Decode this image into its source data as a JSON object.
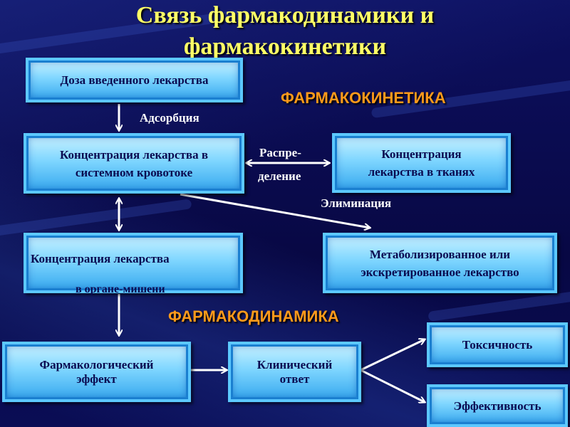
{
  "title_line1": "Связь фармакодинамики и",
  "title_line2": "фармакокинетики",
  "sections": {
    "pharmacokinetics": "ФАРМАКОКИНЕТИКА",
    "pharmacodynamics": "ФАРМАКОДИНАМИКА"
  },
  "boxes": {
    "dose": "Доза введенного лекарства",
    "plasma_line1": "Концентрация лекарства в",
    "plasma_line2": "системном кровотоке",
    "tissue_line1": "Концентрация",
    "tissue_line2": "лекарства в тканях",
    "target_line1": "Концентрация лекарства",
    "target_line2": "в органе-мишени",
    "metab_line1": "Метаболизированное или",
    "metab_line2": "экскретированное лекарство",
    "effect_line1": "Фармакологический",
    "effect_line2": "эффект",
    "clinical_line1": "Клинический",
    "clinical_line2": "ответ",
    "toxicity": "Токсичность",
    "efficacy": "Эффективность"
  },
  "labels": {
    "absorption": "Адсорбция",
    "distribution_line1": "Распре-",
    "distribution_line2": "деление",
    "elimination": "Элиминация"
  },
  "colors": {
    "title": "#ffff66",
    "section": "#ff9a1a",
    "box_border": "#5cc8ff",
    "background": "#0a0a4a"
  }
}
